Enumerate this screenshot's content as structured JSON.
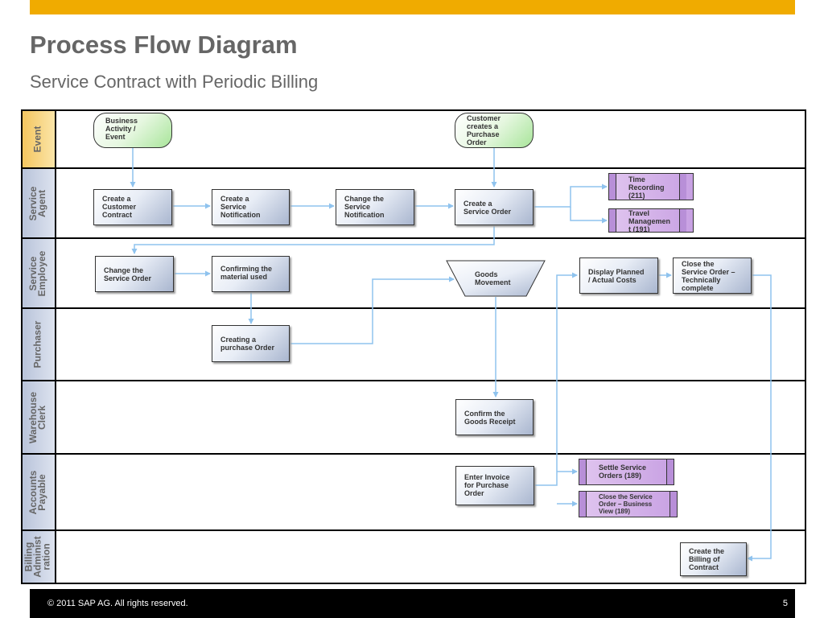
{
  "header": {
    "title": "Process Flow Diagram",
    "subtitle": "Service Contract with Periodic Billing"
  },
  "lanes": {
    "event": "Event",
    "service_agent": "Service\nAgent",
    "service_employee": "Service\nEmployee",
    "purchaser": "Purchaser",
    "warehouse_clerk": "Warehouse\nClerk",
    "accounts_payable": "Accounts\nPayable",
    "billing_administration": "Billing\nAdminist\nration"
  },
  "steps": {
    "business_activity": "Business\nActivity /\nEvent",
    "customer_creates_po": "Customer\ncreates a\nPurchase\nOrder",
    "create_customer_contract": "Create a\nCustomer\nContract",
    "create_service_notification": "Create a\nService\nNotification",
    "change_service_notification": "Change the\nService\nNotification",
    "create_service_order": "Create a\nService Order",
    "time_recording": "Time\nRecording\n(211)",
    "travel_management": "Travel\nManagemen\nt (191)",
    "change_service_order": "Change the\nService Order",
    "confirming_material": "Confirming the\nmaterial used",
    "goods_movement": "Goods\nMovement",
    "display_planned_actual": "Display Planned\n/ Actual Costs",
    "close_service_order_tech": "Close the\nService Order –\nTechnically\ncomplete",
    "creating_purchase_order": "Creating a\npurchase Order",
    "confirm_goods_receipt": "Confirm the\nGoods Receipt",
    "enter_invoice": "Enter Invoice\nfor Purchase\nOrder",
    "settle_service_orders": "Settle Service\nOrders (189)",
    "close_service_order_business": "Close the Service\nOrder – Business\nView (189)",
    "create_billing_contract": "Create the\nBilling of\nContract"
  },
  "footer": {
    "copyright": "©  2011 SAP AG. All rights reserved.",
    "page": "5"
  },
  "colors": {
    "accent_bar": "#f0ab00",
    "arrow": "#8fc3ee",
    "event_fill": "#a8e59a",
    "subprocess_fill": "#c8a1e3"
  }
}
